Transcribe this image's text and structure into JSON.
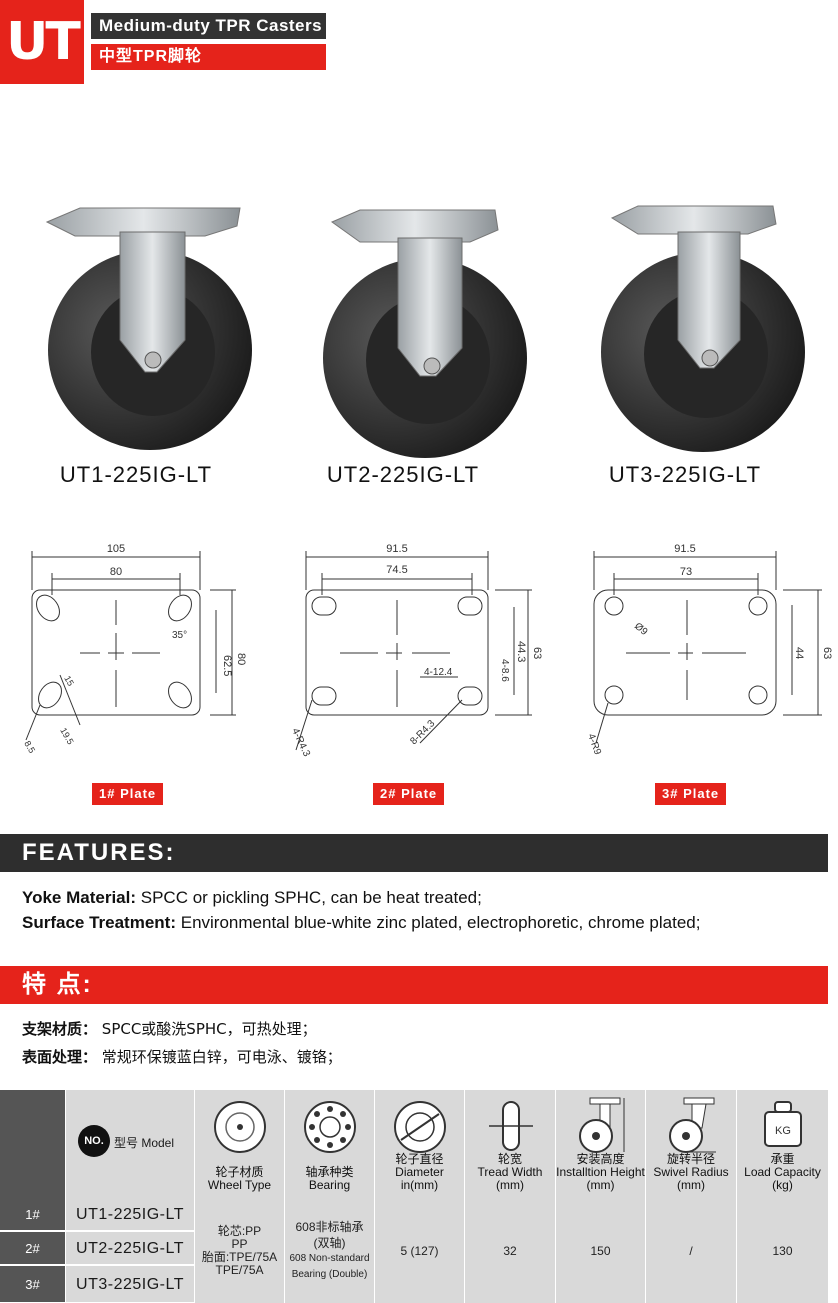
{
  "header": {
    "logo": "UT",
    "title_en": "Medium-duty TPR Casters",
    "title_zh": "中型TPR脚轮"
  },
  "products": [
    {
      "model": "UT1-225IG-LT"
    },
    {
      "model": "UT2-225IG-LT"
    },
    {
      "model": "UT3-225IG-LT"
    }
  ],
  "drawings": [
    {
      "plate": "1# Plate",
      "dims": {
        "overall_w": "105",
        "hole_w": "80",
        "overall_h": "80",
        "hole_h": "62.5",
        "angle": "35°",
        "slot1": "15",
        "slot2": "19.5",
        "slot3": "8.5"
      }
    },
    {
      "plate": "2# Plate",
      "dims": {
        "overall_w": "91.5",
        "hole_w": "74.5",
        "overall_h": "63",
        "hole_h": "44.3",
        "slot_a": "4-8.6",
        "slot_b": "4-12.4",
        "r1": "4-R4.3",
        "r2": "8-R4.3"
      }
    },
    {
      "plate": "3# Plate",
      "dims": {
        "overall_w": "91.5",
        "hole_w": "73",
        "overall_h": "63",
        "hole_h": "44",
        "hole_d": "Ø9",
        "r": "4-R9"
      }
    }
  ],
  "features_en": {
    "heading": "FEATURES:",
    "lines": [
      {
        "label": "Yoke Material:",
        "text": "SPCC or pickling SPHC, can be heat treated;"
      },
      {
        "label": "Surface Treatment:",
        "text": "Environmental blue-white zinc plated, electrophoretic, chrome plated;"
      }
    ]
  },
  "features_zh": {
    "heading": "特  点:",
    "lines": [
      {
        "label": "支架材质：",
        "text": "SPCC或酸洗SPHC，可热处理；"
      },
      {
        "label": "表面处理：",
        "text": "常规环保镀蓝白锌，可电泳、镀铬；"
      }
    ]
  },
  "table": {
    "model_header": {
      "no": "NO.",
      "label": "型号 Model"
    },
    "columns": [
      {
        "zh": "轮子材质",
        "en": "Wheel Type",
        "icon": "wheel-icon"
      },
      {
        "zh": "轴承种类",
        "en": "Bearing",
        "icon": "bearing-icon"
      },
      {
        "zh": "轮子直径",
        "en": "Diameter",
        "unit": "in(mm)",
        "icon": "diameter-icon"
      },
      {
        "zh": "轮宽",
        "en": "Tread Width",
        "unit": "(mm)",
        "icon": "tread-icon"
      },
      {
        "zh": "安装高度",
        "en": "Installtion Height",
        "unit": "(mm)",
        "icon": "height-icon"
      },
      {
        "zh": "旋转半径",
        "en": "Swivel Radius",
        "unit": "(mm)",
        "icon": "swivel-icon"
      },
      {
        "zh": "承重",
        "en": "Load Capacity",
        "unit": "(kg)",
        "icon": "weight-icon",
        "icon_text": "KG"
      }
    ],
    "rows": [
      {
        "no": "1#",
        "model": "UT1-225IG-LT"
      },
      {
        "no": "2#",
        "model": "UT2-225IG-LT"
      },
      {
        "no": "3#",
        "model": "UT3-225IG-LT"
      }
    ],
    "shared": {
      "wheel_lines": [
        "轮芯:PP",
        "PP",
        "胎面:TPE/75A",
        "TPE/75A"
      ],
      "bearing_lines": [
        "608非标轴承",
        "(双轴)",
        "608 Non-standard",
        "Bearing (Double)"
      ],
      "diameter": "5 (127)",
      "tread_width": "32",
      "install_height": "150",
      "swivel_radius": "/",
      "load_capacity": "130"
    }
  },
  "colors": {
    "red": "#e5231b",
    "dark": "#2e2e2e",
    "grey": "#d9d9d9",
    "row_no": "#555555"
  }
}
